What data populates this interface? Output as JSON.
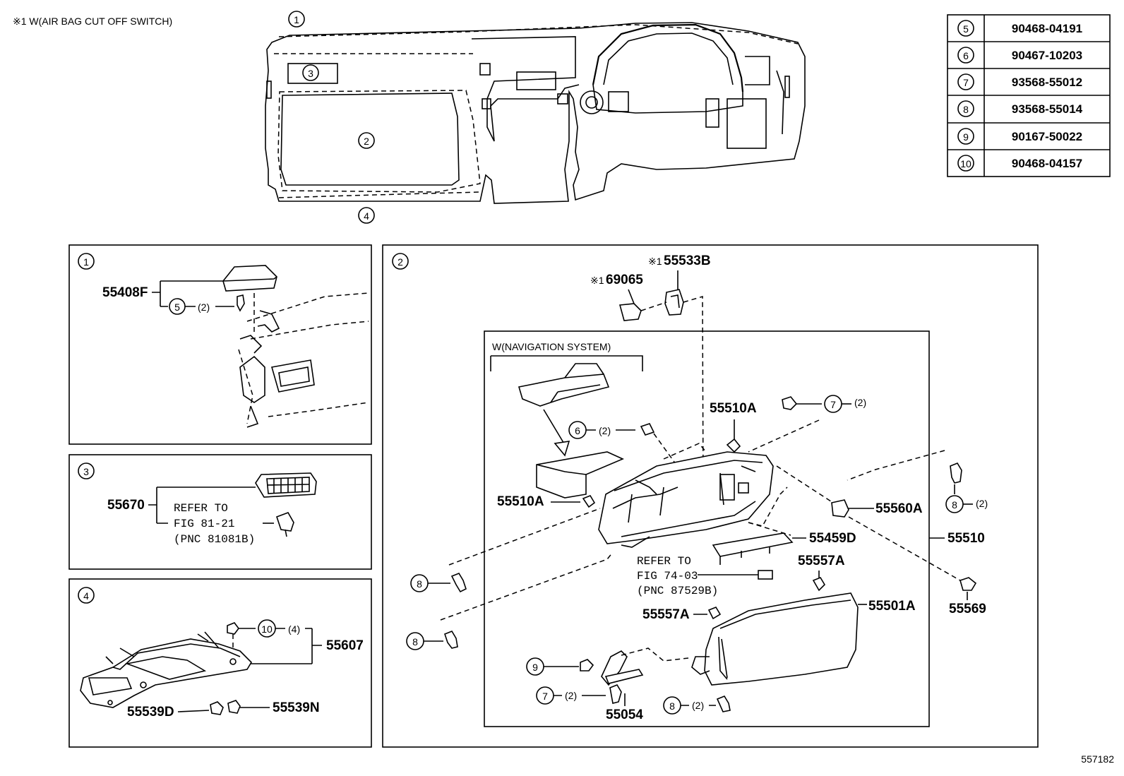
{
  "note": "※1 W(AIR BAG CUT OFF SWITCH)",
  "figure_number": "557182",
  "overview": {
    "callouts": [
      "1",
      "2",
      "3",
      "4"
    ]
  },
  "parts_table": [
    {
      "ref": "5",
      "part": "90468-04191"
    },
    {
      "ref": "6",
      "part": "90467-10203"
    },
    {
      "ref": "7",
      "part": "93568-55012"
    },
    {
      "ref": "8",
      "part": "93568-55014"
    },
    {
      "ref": "9",
      "part": "90167-50022"
    },
    {
      "ref": "10",
      "part": "90468-04157"
    }
  ],
  "panel1": {
    "id": "1",
    "parts": {
      "cover": "55408F",
      "clip_ref": "5",
      "clip_qty": "(2)"
    }
  },
  "panel3": {
    "id": "3",
    "parts": {
      "vent": "55670"
    },
    "refer": [
      "REFER TO",
      "FIG 81-21",
      "(PNC 81081B)"
    ]
  },
  "panel4": {
    "id": "4",
    "parts": {
      "assy": "55607",
      "nut_ref": "10",
      "nut_qty": "(4)",
      "clip_d": "55539D",
      "clip_n": "55539N"
    }
  },
  "panel2": {
    "id": "2",
    "nav_label": "W(NAVIGATION SYSTEM)",
    "refer": [
      "REFER TO",
      "FIG 74-03",
      "(PNC 87529B)"
    ],
    "labels": {
      "p55533b_mark": "※1",
      "p55533b": "55533B",
      "p69065_mark": "※1",
      "p69065": "69065",
      "p55510a_top": "55510A",
      "p55510a_left": "55510A",
      "p55560a": "55560A",
      "p55510": "55510",
      "p55459d": "55459D",
      "p55557a_top": "55557A",
      "p55557a_mid": "55557A",
      "p55501a": "55501A",
      "p55569": "55569",
      "p55054": "55054"
    },
    "callouts": {
      "c7_top": "7",
      "c7_top_qty": "(2)",
      "c6": "6",
      "c6_qty": "(2)",
      "c8_right": "8",
      "c8_right_qty": "(2)",
      "c8_left1": "8",
      "c8_left2": "8",
      "c9": "9",
      "c7_bottom": "7",
      "c7_bottom_qty": "(2)",
      "c8_bottom": "8",
      "c8_bottom_qty": "(2)"
    }
  }
}
